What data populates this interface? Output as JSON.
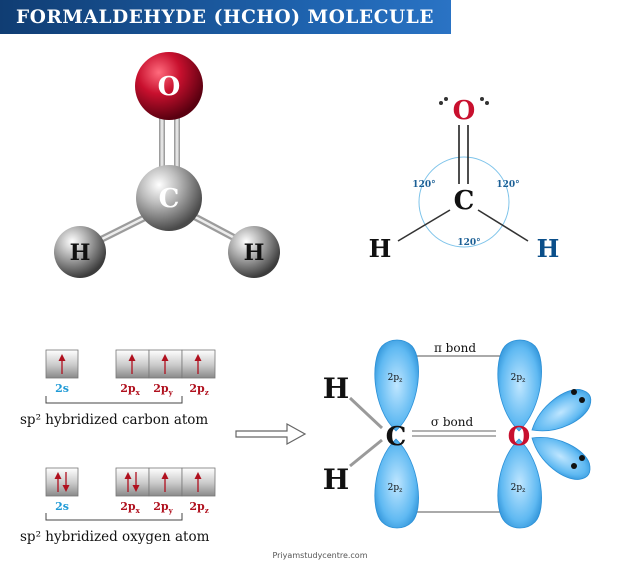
{
  "title": "FORMALDEHYDE (HCHO) MOLECULE",
  "ball_model": {
    "atom_o": "O",
    "atom_c": "C",
    "atom_h_left": "H",
    "atom_h_right": "H"
  },
  "structure": {
    "o": "O",
    "c": "C",
    "h_left": "H",
    "h_right": "H",
    "angle_left": "120°",
    "angle_right": "120°",
    "angle_bottom": "120°"
  },
  "carbon_config": {
    "orbital_s": "2s",
    "orbital_p": "2p",
    "sub_x": "x",
    "sub_y": "y",
    "sub_z": "z",
    "caption": "sp² hybridized carbon atom"
  },
  "oxygen_config": {
    "orbital_s": "2s",
    "orbital_p": "2p",
    "sub_x": "x",
    "sub_y": "y",
    "sub_z": "z",
    "caption": "sp² hybridized oxygen atom"
  },
  "bonding": {
    "h_top": "H",
    "h_bottom": "H",
    "c": "C",
    "o": "O",
    "pi_label": "π bond",
    "sigma_label": "σ bond",
    "lobe_p": "2p",
    "lobe_sub": "z"
  },
  "footer": "Priyamstudycentre.com",
  "colors": {
    "banner": "#1f64b0",
    "oxygen": "#c8102e",
    "orbital_blue": "#1f9ad6",
    "arrow_red": "#b0101e",
    "lobe_fill": "#5fb9f2",
    "h_blue": "#0b4f8a"
  }
}
